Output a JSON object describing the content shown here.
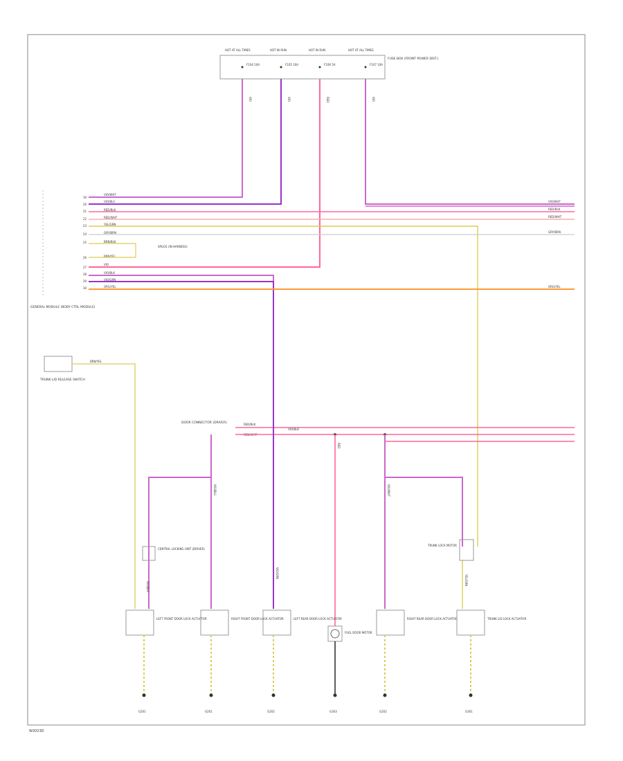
{
  "colors": {
    "violet": "#cc66cc",
    "purple": "#9933cc",
    "pink": "#ff6699",
    "red": "#ee3333",
    "yellow": "#ddcc55",
    "orange": "#ff9933",
    "grey": "#999999",
    "black": "#333333",
    "frame": "#888888"
  },
  "fuses": [
    {
      "label": "HOT AT ALL TIMES",
      "fuse": "F104 10A",
      "wire": "VIO"
    },
    {
      "label": "HOT IN RUN",
      "fuse": "F105 10A",
      "wire": "VIO"
    },
    {
      "label": "HOT IN RUN",
      "fuse": "F106 5A",
      "wire": "RED"
    },
    {
      "label": "HOT AT ALL TIMES",
      "fuse": "F107 10A",
      "wire": "VIO"
    }
  ],
  "fuse_box_label": "FUSE BOX (FRONT POWER DIST.)",
  "module_label": "GENERAL MODULE (BODY CTRL MODULE)",
  "module_pins": [
    "19",
    "20",
    "21",
    "22",
    "23",
    "24",
    "25",
    "26",
    "27",
    "28",
    "29",
    "30"
  ],
  "module_wires": [
    "VIO/WHT",
    "VIO/BLU",
    "RED/BLK",
    "RED/WHT",
    "YEL/GRN",
    "GRY/BRN",
    "BRN/BLK",
    "BRN/YEL",
    "VIO",
    "VIO/BLK",
    "VIO/GRN",
    "ORG/YEL"
  ],
  "right_refs": [
    "VIO/WHT",
    "RED/BLK",
    "RED/WHT",
    "GRY/BRN",
    "ORG/YEL"
  ],
  "splice_label": "SPLICE (IN HARNESS)",
  "switch_label": "TRUNK LID RELEASE SWITCH",
  "switch_wire": "BRN/YEL",
  "central_unit_label": "CENTRAL LOCKING UNIT (DRIVER)",
  "door_connector_label": "DOOR CONNECTOR (DRIVER)",
  "door_wires": [
    "RED/BLK",
    "RED/WHT",
    "VIO/BLK"
  ],
  "actuator_label": "TRUNK LOCK MOTOR",
  "bottom_devices": [
    {
      "label": "LEFT FRONT DOOR LOCK ACTUATOR",
      "wire": "VIO/BLK",
      "ground": "G201"
    },
    {
      "label": "RIGHT FRONT DOOR LOCK ACTUATOR",
      "wire": "VIO/BLU",
      "ground": "G201"
    },
    {
      "label": "LEFT REAR DOOR LOCK ACTUATOR",
      "wire": "VIO/GRN",
      "ground": "G202"
    },
    {
      "label": "FUEL DOOR MOTOR",
      "wire": "RED",
      "ground": "G303"
    },
    {
      "label": "RIGHT REAR DOOR LOCK ACTUATOR",
      "wire": "VIO/WHT",
      "ground": "G202"
    },
    {
      "label": "TRUNK LID LOCK ACTUATOR",
      "wire": "YEL/GRN",
      "ground": "G301"
    }
  ],
  "diagram_id": "W2023D"
}
